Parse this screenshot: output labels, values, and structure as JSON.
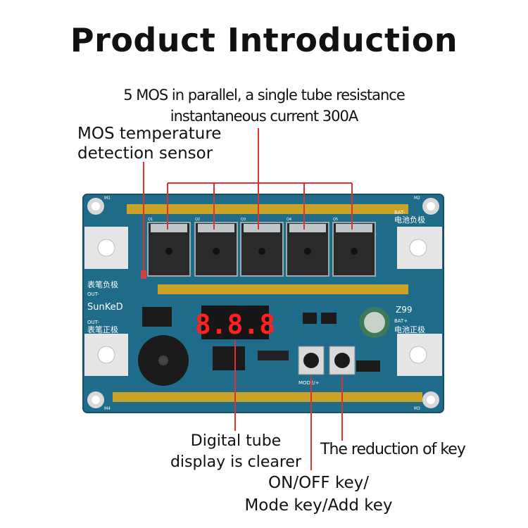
{
  "title": "Product Introduction",
  "callouts": {
    "mos_parallel_line1": "5 MOS in parallel, a single tube resistance",
    "mos_parallel_line2": "instantaneous current 300A",
    "temp_line1": "MOS temperature",
    "temp_line2": "detection sensor",
    "display_line1": "Digital tube",
    "display_line2": "display is clearer",
    "reduction": "The reduction of key",
    "onoff_line1": "ON/OFF key/",
    "onoff_line2": "Mode key/Add key"
  },
  "board": {
    "brand": "SunKeD",
    "model": "Z99",
    "display_value": "8.8.8",
    "label_bat_minus": "BAT-",
    "label_bat_minus_cn": "电池负极",
    "label_out_minus_cn": "表笔负极",
    "label_out_minus": "OUT-",
    "label_out_plus": "OUT-",
    "label_out_plus_cn": "表笔正极",
    "label_bat_plus": "BAT+",
    "label_bat_plus_cn": "电池正极",
    "label_mode": "MODE/+",
    "corner_m1": "M1",
    "corner_m2": "M2",
    "corner_m3": "M3",
    "corner_m4": "M4",
    "mos_labels": [
      "Q1",
      "Q2",
      "Q3",
      "Q4",
      "Q5"
    ]
  },
  "colors": {
    "pcb": "#1f6b8a",
    "copper_strip": "#c9a227",
    "callout_line": "#e03030",
    "segment": "#ff2020"
  }
}
